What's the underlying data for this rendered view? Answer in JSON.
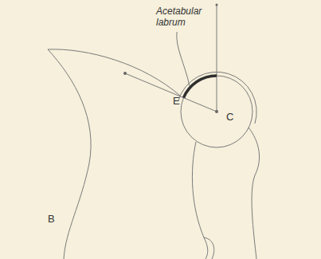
{
  "diagram": {
    "labels": [
      "Acetabular labrum",
      "E",
      "C",
      "B"
    ]
  }
}
